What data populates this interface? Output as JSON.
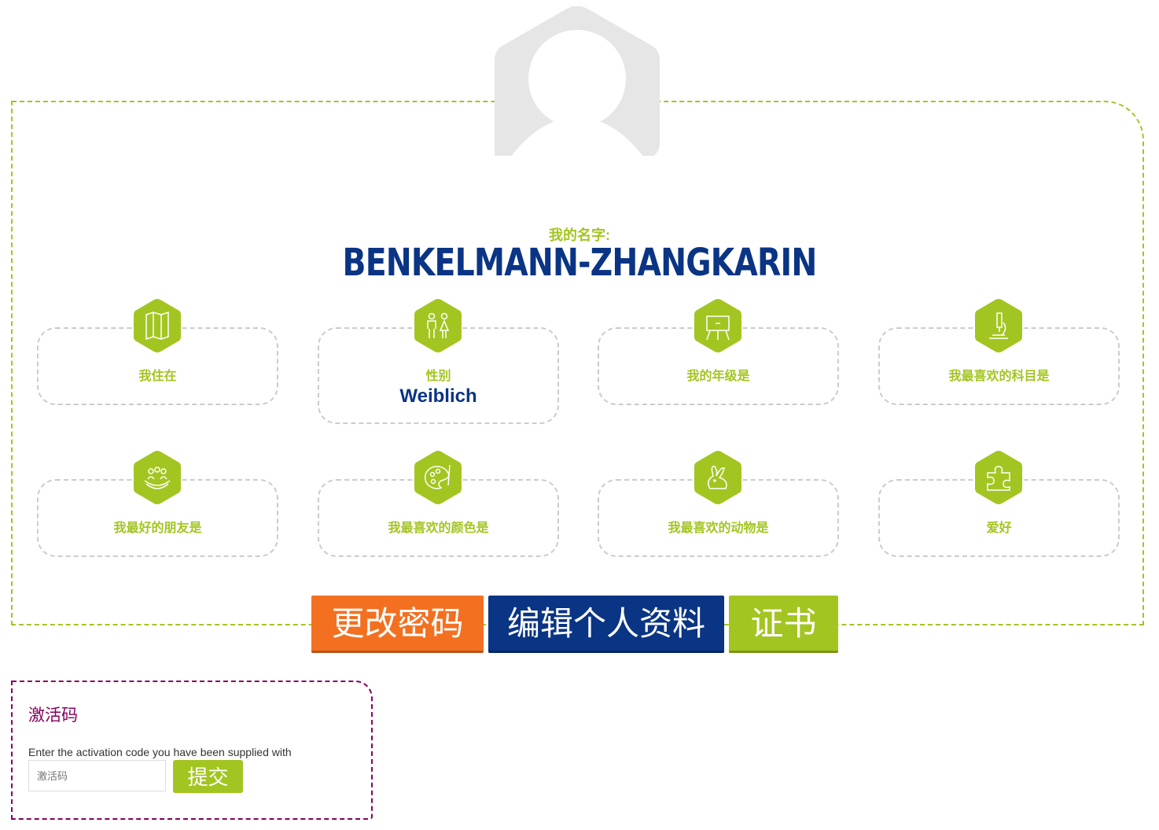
{
  "profile": {
    "name_label": "我的名字:",
    "name": "BENKELMANN-ZHANGKARIN"
  },
  "cards": [
    {
      "label": "我住在",
      "value": "",
      "icon": "map-icon"
    },
    {
      "label": "性别",
      "value": "Weiblich",
      "icon": "people-icon"
    },
    {
      "label": "我的年级是",
      "value": "",
      "icon": "easel-icon"
    },
    {
      "label": "我最喜欢的科目是",
      "value": "",
      "icon": "microscope-icon"
    },
    {
      "label": "我最好的朋友是",
      "value": "",
      "icon": "friends-icon"
    },
    {
      "label": "我最喜欢的颜色是",
      "value": "",
      "icon": "palette-icon"
    },
    {
      "label": "我最喜欢的动物是",
      "value": "",
      "icon": "rabbit-icon"
    },
    {
      "label": "爱好",
      "value": "",
      "icon": "puzzle-icon"
    }
  ],
  "buttons": {
    "change_password": "更改密码",
    "edit_profile": "编辑个人资料",
    "certificate": "证书"
  },
  "activation": {
    "title": "激活码",
    "instructions": "Enter the activation code you have been supplied with",
    "placeholder": "激活码",
    "submit": "提交"
  },
  "colors": {
    "green": "#a3c521",
    "blue": "#0a3484",
    "orange": "#f37021",
    "purple": "#85005f"
  }
}
